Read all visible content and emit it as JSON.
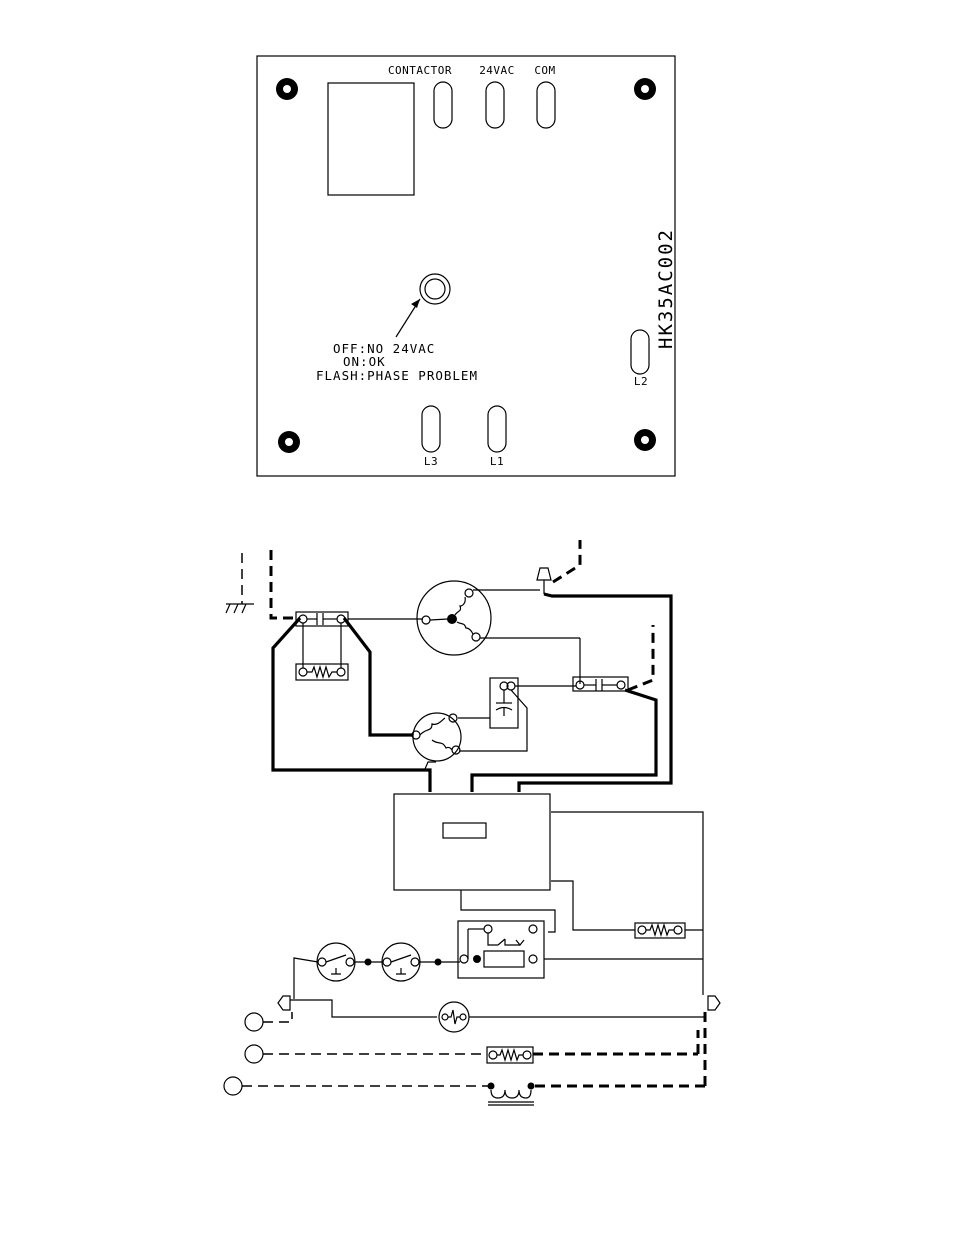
{
  "board": {
    "terminal_labels": {
      "contactor": "CONTACTOR",
      "vac24": "24VAC",
      "com": "COM",
      "l2": "L2",
      "l3": "L3",
      "l1": "L1"
    },
    "part_number": "HK35AC002",
    "led_notes": [
      "OFF:NO 24VAC",
      "ON:OK",
      "FLASH:PHASE PROBLEM"
    ]
  },
  "colors": {
    "ink": "#000000",
    "paper": "#ffffff"
  },
  "icons": [
    "mounting-hole-icon",
    "led-icon",
    "ground-icon",
    "motor-icon",
    "resistor-icon",
    "capacitor-icon",
    "thermostat-icon",
    "transformer-icon",
    "fuse-icon"
  ]
}
